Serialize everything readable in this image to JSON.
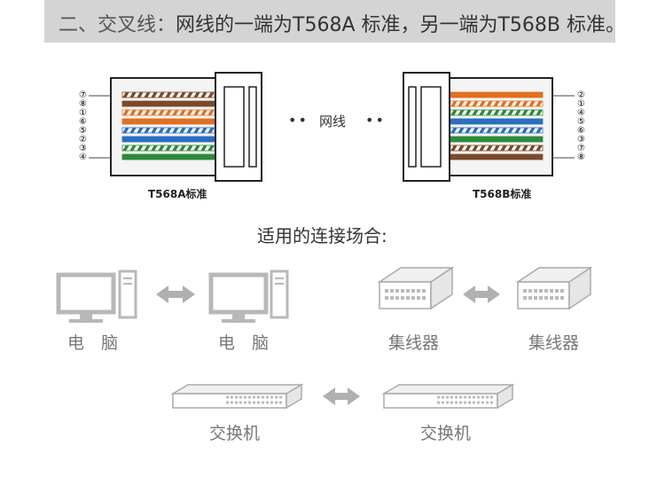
{
  "header": {
    "title_prefix": "二、交叉线：",
    "title_main": "网线的一端为T568A 标准，另一端为T568B 标准。"
  },
  "connectors": {
    "left": {
      "label": "T568A标准",
      "pins": [
        "⑦",
        "⑧",
        "①",
        "⑥",
        "⑤",
        "②",
        "③",
        "④"
      ],
      "wires": [
        {
          "base": "#ffffff",
          "stripe": "#7a4a2a"
        },
        {
          "base": "#7a4a2a",
          "stripe": null
        },
        {
          "base": "#ffffff",
          "stripe": "#e07020"
        },
        {
          "base": "#e07020",
          "stripe": null
        },
        {
          "base": "#ffffff",
          "stripe": "#2a6ec0"
        },
        {
          "base": "#2a6ec0",
          "stripe": null
        },
        {
          "base": "#ffffff",
          "stripe": "#2e8a3a"
        },
        {
          "base": "#2e8a3a",
          "stripe": null
        }
      ]
    },
    "right": {
      "label": "T568B标准",
      "pins": [
        "②",
        "①",
        "④",
        "⑤",
        "⑥",
        "③",
        "⑦",
        "⑧"
      ],
      "wires": [
        {
          "base": "#e07020",
          "stripe": null
        },
        {
          "base": "#ffffff",
          "stripe": "#e07020"
        },
        {
          "base": "#ffffff",
          "stripe": "#2e8a3a"
        },
        {
          "base": "#2a6ec0",
          "stripe": null
        },
        {
          "base": "#ffffff",
          "stripe": "#2a6ec0"
        },
        {
          "base": "#2e8a3a",
          "stripe": null
        },
        {
          "base": "#ffffff",
          "stripe": "#7a4a2a"
        },
        {
          "base": "#7a4a2a",
          "stripe": null
        }
      ]
    },
    "middle_label": "网线",
    "dots": "••"
  },
  "subtitle": "适用的连接场合:",
  "devices": {
    "computer_1": "电　脑",
    "computer_2": "电　脑",
    "hub_1": "集线器",
    "hub_2": "集线器",
    "switch_1": "交换机",
    "switch_2": "交换机"
  },
  "colors": {
    "header_bg": "#d4d4d4",
    "device_gray": "#b8b8b8",
    "label_gray": "#777777"
  }
}
